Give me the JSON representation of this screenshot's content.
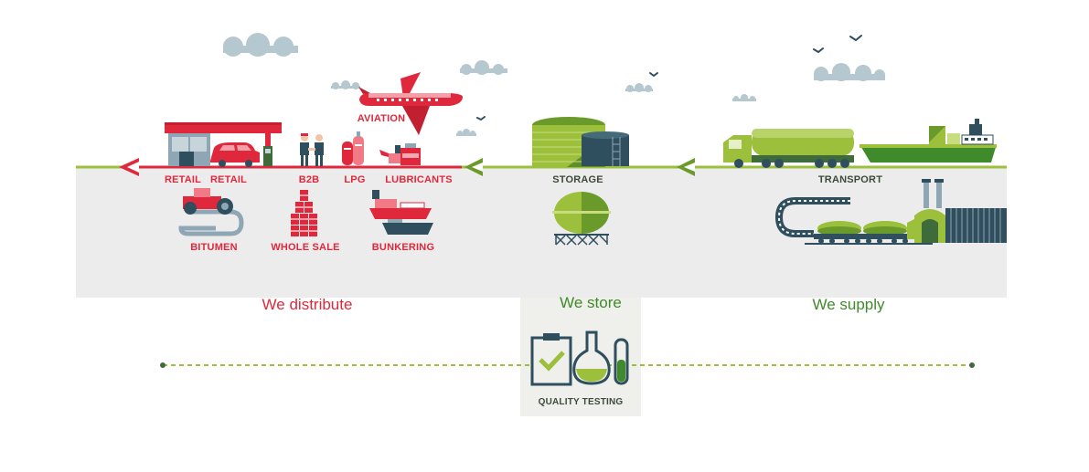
{
  "colors": {
    "red": "#e0283c",
    "green": "#9cbf3c",
    "dark_green": "#3f8a2a",
    "grey_band": "#ececec",
    "cloud": "#b5c7cf",
    "navy": "#2f4e5e"
  },
  "distribute": {
    "title": "We distribute",
    "labels": {
      "retail_1": "RETAIL",
      "retail_2": "RETAIL",
      "b2b": "B2B",
      "lpg": "LPG",
      "lubricants": "LUBRICANTS",
      "aviation": "AVIATION",
      "bitumen": "BITUMEN",
      "wholesale": "WHOLE SALE",
      "bunkering": "BUNKERING"
    }
  },
  "store": {
    "title": "We store",
    "labels": {
      "storage": "STORAGE",
      "quality_testing": "QUALITY TESTING"
    }
  },
  "supply": {
    "title": "We supply",
    "labels": {
      "transport": "TRANSPORT"
    }
  },
  "icons": [
    "cloud-icon",
    "bird-icon",
    "airplane-icon",
    "gas-station-icon",
    "car-icon",
    "people-icon",
    "gas-cylinder-icon",
    "oil-can-icon",
    "steamroller-icon",
    "barrels-icon",
    "boat-icon",
    "storage-tank-icon",
    "spherical-tank-icon",
    "tanker-truck-icon",
    "ship-icon",
    "train-icon",
    "factory-icon",
    "clipboard-check-icon",
    "flask-icon",
    "test-tube-icon",
    "arrow-left-icon"
  ]
}
